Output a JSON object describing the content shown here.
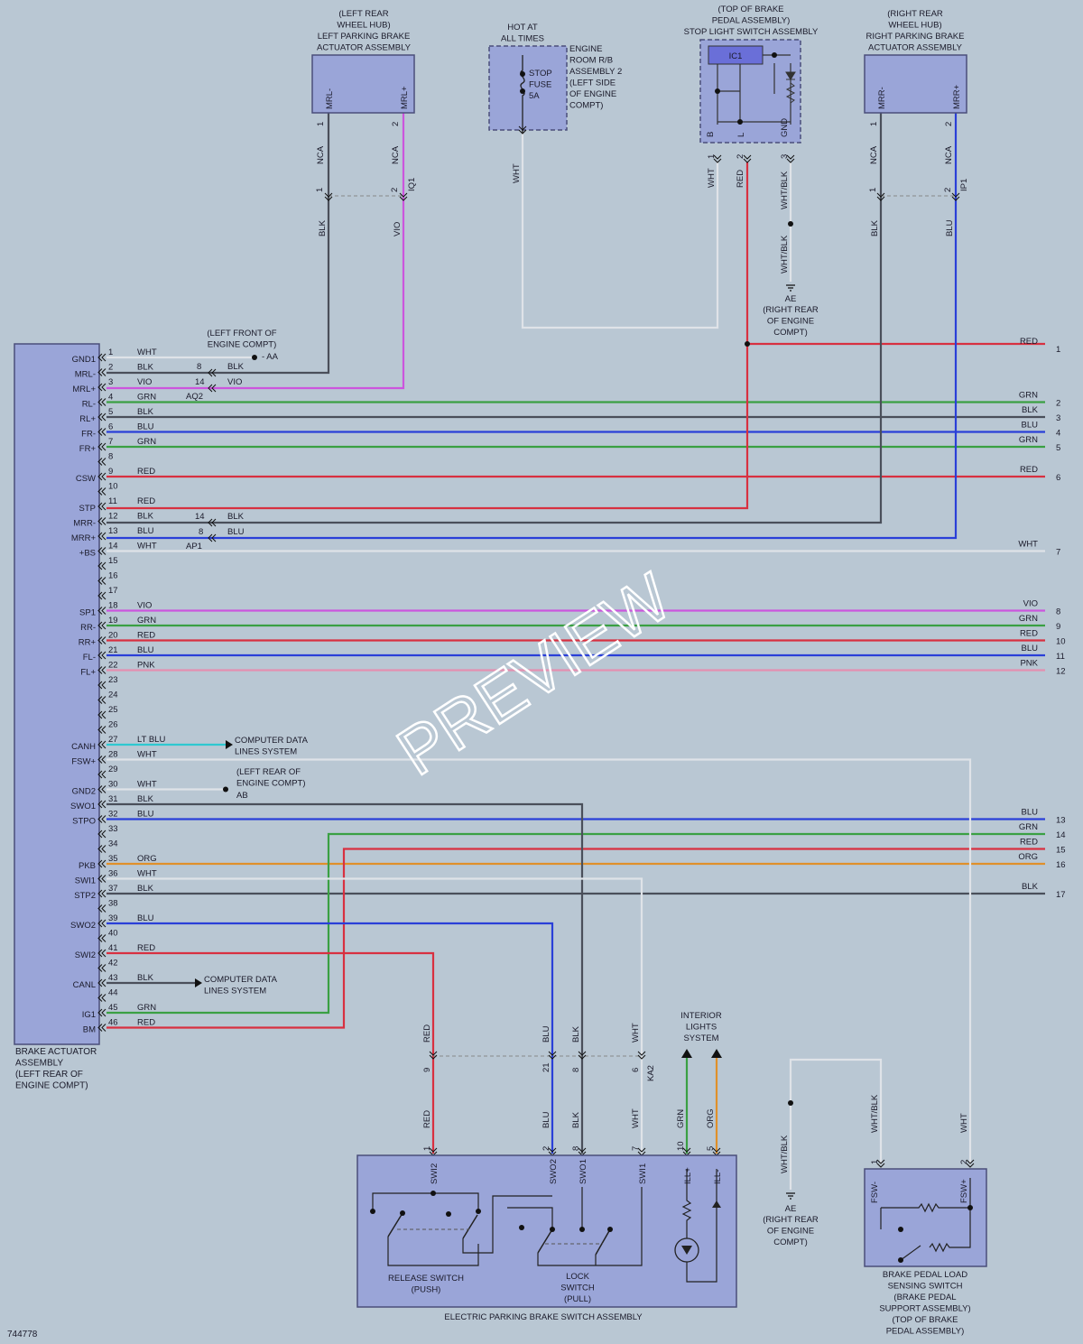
{
  "diagram_id": "744778",
  "watermark": "PREVIEW",
  "colors": {
    "WHT": "#dfe3e8",
    "BLK": "#4a4f5a",
    "VIO": "#cc55dd",
    "GRN": "#3aa043",
    "BLU": "#2a3fd8",
    "RED": "#d83040",
    "PNK": "#e48fb0",
    "ORG": "#e0902a",
    "LTBLU": "#2ec8d0"
  },
  "actuator": {
    "name": [
      "BRAKE ACTUATOR",
      "ASSEMBLY",
      "(LEFT REAR OF",
      "ENGINE COMPT)"
    ],
    "pins": [
      {
        "n": "1",
        "sig": "GND1",
        "c": "WHT"
      },
      {
        "n": "2",
        "sig": "MRL-",
        "c": "BLK"
      },
      {
        "n": "3",
        "sig": "MRL+",
        "c": "VIO"
      },
      {
        "n": "4",
        "sig": "RL-",
        "c": "GRN"
      },
      {
        "n": "5",
        "sig": "RL+",
        "c": "BLK"
      },
      {
        "n": "6",
        "sig": "FR-",
        "c": "BLU"
      },
      {
        "n": "7",
        "sig": "FR+",
        "c": "GRN"
      },
      {
        "n": "8",
        "sig": "",
        "c": ""
      },
      {
        "n": "9",
        "sig": "CSW",
        "c": "RED"
      },
      {
        "n": "10",
        "sig": "",
        "c": ""
      },
      {
        "n": "11",
        "sig": "STP",
        "c": "RED"
      },
      {
        "n": "12",
        "sig": "MRR-",
        "c": "BLK"
      },
      {
        "n": "13",
        "sig": "MRR+",
        "c": "BLU"
      },
      {
        "n": "14",
        "sig": "+BS",
        "c": "WHT"
      },
      {
        "n": "15",
        "sig": "",
        "c": ""
      },
      {
        "n": "16",
        "sig": "",
        "c": ""
      },
      {
        "n": "17",
        "sig": "",
        "c": ""
      },
      {
        "n": "18",
        "sig": "SP1",
        "c": "VIO"
      },
      {
        "n": "19",
        "sig": "RR-",
        "c": "GRN"
      },
      {
        "n": "20",
        "sig": "RR+",
        "c": "RED"
      },
      {
        "n": "21",
        "sig": "FL-",
        "c": "BLU"
      },
      {
        "n": "22",
        "sig": "FL+",
        "c": "PNK"
      },
      {
        "n": "23",
        "sig": "",
        "c": ""
      },
      {
        "n": "24",
        "sig": "",
        "c": ""
      },
      {
        "n": "25",
        "sig": "",
        "c": ""
      },
      {
        "n": "26",
        "sig": "",
        "c": ""
      },
      {
        "n": "27",
        "sig": "CANH",
        "c": "LT BLU"
      },
      {
        "n": "28",
        "sig": "FSW+",
        "c": "WHT"
      },
      {
        "n": "29",
        "sig": "",
        "c": ""
      },
      {
        "n": "30",
        "sig": "GND2",
        "c": "WHT"
      },
      {
        "n": "31",
        "sig": "SWO1",
        "c": "BLK"
      },
      {
        "n": "32",
        "sig": "STPO",
        "c": "BLU"
      },
      {
        "n": "33",
        "sig": "",
        "c": ""
      },
      {
        "n": "34",
        "sig": "",
        "c": ""
      },
      {
        "n": "35",
        "sig": "PKB",
        "c": "ORG"
      },
      {
        "n": "36",
        "sig": "SWI1",
        "c": "WHT"
      },
      {
        "n": "37",
        "sig": "STP2",
        "c": "BLK"
      },
      {
        "n": "38",
        "sig": "",
        "c": ""
      },
      {
        "n": "39",
        "sig": "SWO2",
        "c": "BLU"
      },
      {
        "n": "40",
        "sig": "",
        "c": ""
      },
      {
        "n": "41",
        "sig": "SWI2",
        "c": "RED"
      },
      {
        "n": "42",
        "sig": "",
        "c": ""
      },
      {
        "n": "43",
        "sig": "CANL",
        "c": "BLK"
      },
      {
        "n": "44",
        "sig": "",
        "c": ""
      },
      {
        "n": "45",
        "sig": "IG1",
        "c": "GRN"
      },
      {
        "n": "46",
        "sig": "BM",
        "c": "RED"
      }
    ]
  },
  "right_outputs": [
    {
      "n": "1",
      "c": "RED",
      "pin": "STP"
    },
    {
      "n": "2",
      "c": "GRN",
      "pin": "4"
    },
    {
      "n": "3",
      "c": "BLK",
      "pin": "5"
    },
    {
      "n": "4",
      "c": "BLU",
      "pin": "6"
    },
    {
      "n": "5",
      "c": "GRN",
      "pin": "7"
    },
    {
      "n": "6",
      "c": "RED",
      "pin": "9"
    },
    {
      "n": "7",
      "c": "WHT",
      "pin": "14"
    },
    {
      "n": "8",
      "c": "VIO",
      "pin": "18"
    },
    {
      "n": "9",
      "c": "GRN",
      "pin": "19"
    },
    {
      "n": "10",
      "c": "RED",
      "pin": "20"
    },
    {
      "n": "11",
      "c": "BLU",
      "pin": "21"
    },
    {
      "n": "12",
      "c": "PNK",
      "pin": "22"
    },
    {
      "n": "13",
      "c": "BLU",
      "pin": "32"
    },
    {
      "n": "14",
      "c": "GRN",
      "pin": "IG1"
    },
    {
      "n": "15",
      "c": "RED",
      "pin": "BM"
    },
    {
      "n": "16",
      "c": "ORG",
      "pin": "35"
    },
    {
      "n": "17",
      "c": "BLK",
      "pin": "37"
    }
  ],
  "components": {
    "left_rear_actuator": {
      "label": [
        "(LEFT REAR",
        "WHEEL HUB)",
        "LEFT PARKING BRAKE",
        "ACTUATOR ASSEMBLY"
      ],
      "pins": [
        "MRL-",
        "MRL+"
      ],
      "pin_nums": [
        "1",
        "2"
      ],
      "wire": "NCA",
      "conn": "IQ1",
      "conn_pins": [
        "1",
        "2"
      ],
      "colors": [
        "BLK",
        "VIO"
      ]
    },
    "engine_room_rb": {
      "hot": [
        "HOT AT",
        "ALL TIMES"
      ],
      "fuse": [
        "STOP",
        "FUSE",
        "5A"
      ],
      "label": [
        "ENGINE",
        "ROOM R/B",
        "ASSEMBLY 2",
        "(LEFT SIDE",
        "OF ENGINE",
        "COMPT)"
      ],
      "wire": "WHT"
    },
    "stop_light_switch": {
      "label": [
        "(TOP OF BRAKE",
        "PEDAL ASSEMBLY)",
        "STOP LIGHT SWITCH ASSEMBLY"
      ],
      "ic": "IC1",
      "pins": [
        "B",
        "L",
        "GND"
      ],
      "pin_nums": [
        "1",
        "2",
        "3"
      ],
      "colors": [
        "WHT",
        "RED",
        "WHT/BLK"
      ]
    },
    "right_rear_actuator": {
      "label": [
        "(RIGHT REAR",
        "WHEEL HUB)",
        "RIGHT PARKING BRAKE",
        "ACTUATOR ASSEMBLY"
      ],
      "pins": [
        "MRR-",
        "MRR+"
      ],
      "pin_nums": [
        "1",
        "2"
      ],
      "wire": "NCA",
      "conn": "IP1",
      "conn_pins": [
        "1",
        "2"
      ],
      "colors": [
        "BLK",
        "BLU"
      ]
    },
    "ground_ae_top": {
      "id": "AE",
      "label": [
        "(RIGHT REAR",
        "OF ENGINE",
        "COMPT)"
      ],
      "wire": "WHT/BLK"
    },
    "ground_aa": {
      "id": "AA",
      "label": [
        "(LEFT FRONT OF",
        "ENGINE COMPT)"
      ]
    },
    "ground_ab": {
      "id": "AB",
      "label": [
        "(LEFT REAR OF",
        "ENGINE COMPT)"
      ]
    },
    "conn_aq2": {
      "id": "AQ2",
      "pins": [
        "8",
        "14"
      ],
      "colors": [
        "BLK",
        "VIO"
      ]
    },
    "conn_ap1": {
      "id": "AP1",
      "pins": [
        "14",
        "8"
      ],
      "colors": [
        "BLK",
        "BLU"
      ]
    },
    "canh_note": [
      "COMPUTER DATA",
      "LINES SYSTEM"
    ],
    "canl_note": [
      "COMPUTER DATA",
      "LINES SYSTEM"
    ],
    "park_switch": {
      "name": "ELECTRIC PARKING BRAKE SWITCH ASSEMBLY",
      "conn": "KA2",
      "pins": [
        {
          "sig": "SWI2",
          "n": "1",
          "c": "RED",
          "conn_n": "9"
        },
        {
          "sig": "SWO2",
          "n": "2",
          "c": "BLU",
          "conn_n": "21"
        },
        {
          "sig": "SWO1",
          "n": "8",
          "c": "BLK",
          "conn_n": "8"
        },
        {
          "sig": "SWI1",
          "n": "7",
          "c": "WHT",
          "conn_n": "6"
        },
        {
          "sig": "ILL+",
          "n": "10",
          "c": "GRN"
        },
        {
          "sig": "ILL-",
          "n": "5",
          "c": "ORG"
        }
      ],
      "release": [
        "RELEASE SWITCH",
        "(PUSH)"
      ],
      "lock": [
        "LOCK",
        "SWITCH",
        "(PULL)"
      ]
    },
    "interior_lights": [
      "INTERIOR",
      "LIGHTS",
      "SYSTEM"
    ],
    "ground_ae_bottom": {
      "id": "AE",
      "label": [
        "(RIGHT REAR",
        "OF ENGINE",
        "COMPT)"
      ],
      "wire": "WHT/BLK"
    },
    "brake_pedal_sensor": {
      "label": [
        "BRAKE PEDAL LOAD",
        "SENSING SWITCH",
        "(BRAKE PEDAL",
        "SUPPORT ASSEMBLY)",
        "(TOP OF BRAKE",
        "PEDAL ASSEMBLY)"
      ],
      "pins": [
        "FSW-",
        "FSW+"
      ],
      "pin_nums": [
        "1",
        "2"
      ],
      "colors": [
        "WHT/BLK",
        "WHT"
      ]
    }
  }
}
